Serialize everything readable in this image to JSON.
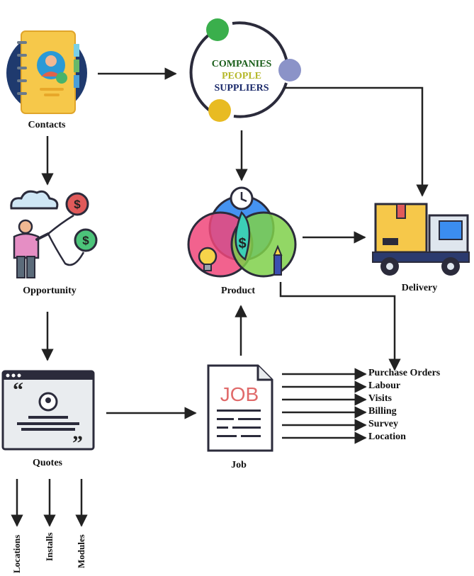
{
  "nodes": {
    "contacts": "Contacts",
    "opportunity": "Opportunity",
    "quotes": "Quotes",
    "product": "Product",
    "delivery": "Delivery",
    "job": "Job",
    "job_icon_text": "JOB"
  },
  "hub": {
    "companies": "COMPANIES",
    "people": "PEOPLE",
    "suppliers": "SUPPLIERS"
  },
  "quote_children": [
    "Locations",
    "Installs",
    "Modules"
  ],
  "job_children": [
    "Purchase Orders",
    "Labour",
    "Visits",
    "Billing",
    "Survey",
    "Location"
  ],
  "colors": {
    "companies": "#1a5e1a",
    "people": "#b5b82a",
    "suppliers": "#1b2a6b",
    "dot_green": "#3aaf4c",
    "dot_blue": "#8b93c8",
    "dot_yellow": "#e8bb22",
    "arrow": "#222222"
  },
  "icons": {
    "contacts": "contact-book-icon",
    "hub": "circular-cycle-icon",
    "opportunity": "person-with-money-balloons-icon",
    "product": "venn-diagram-product-icon",
    "delivery": "delivery-truck-icon",
    "quotes": "quote-window-icon",
    "job": "job-document-icon"
  }
}
